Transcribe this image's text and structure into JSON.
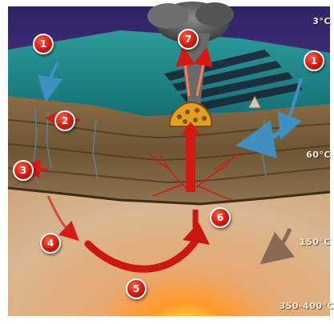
{
  "diagram": {
    "temperatures": [
      "3°C",
      "60°C",
      "150°C",
      "350-400°C"
    ],
    "step_markers": [
      "1",
      "2",
      "3",
      "4",
      "5",
      "6",
      "7",
      "1"
    ],
    "colors": {
      "sky": "#3f2a7a",
      "ocean": "#1f8a8a",
      "crust": "#7a6240",
      "mantle": "#d8b48a",
      "arrow_red": "#d41a12",
      "arrow_blue": "#3f8fc0",
      "smoke": "#5a5a5a",
      "chimney": "#e0a020"
    }
  }
}
